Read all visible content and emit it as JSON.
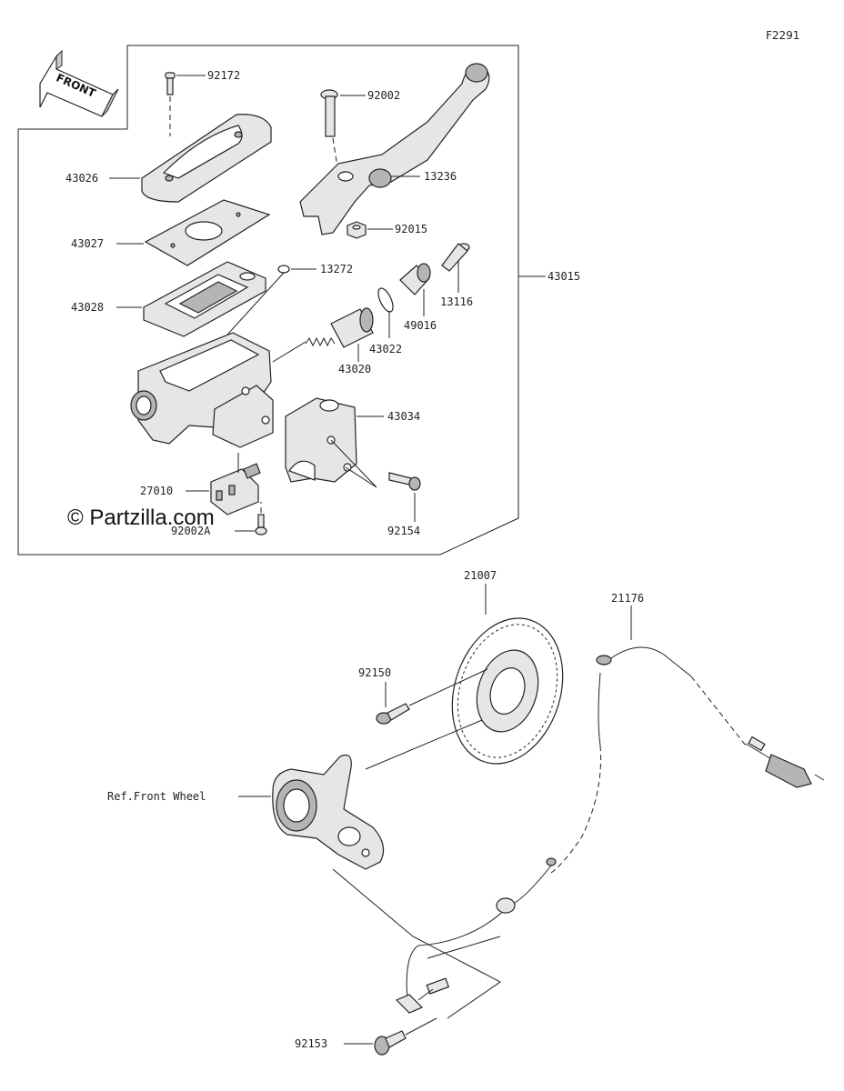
{
  "figure_code": "F2291",
  "front_label": "FRONT",
  "watermark": "© Partzilla.com",
  "ref_label": "Ref.Front Wheel",
  "assembly_number": "43015",
  "parts": {
    "p92172": "92172",
    "p92002": "92002",
    "p43026": "43026",
    "p13236": "13236",
    "p43027": "43027",
    "p92015": "92015",
    "p13272": "13272",
    "p43028": "43028",
    "p13116": "13116",
    "p49016": "49016",
    "p43022": "43022",
    "p43020": "43020",
    "p43034": "43034",
    "p27010": "27010",
    "p92002A": "92002A",
    "p92154": "92154",
    "p21007": "21007",
    "p21176": "21176",
    "p92150": "92150",
    "p92153": "92153"
  }
}
